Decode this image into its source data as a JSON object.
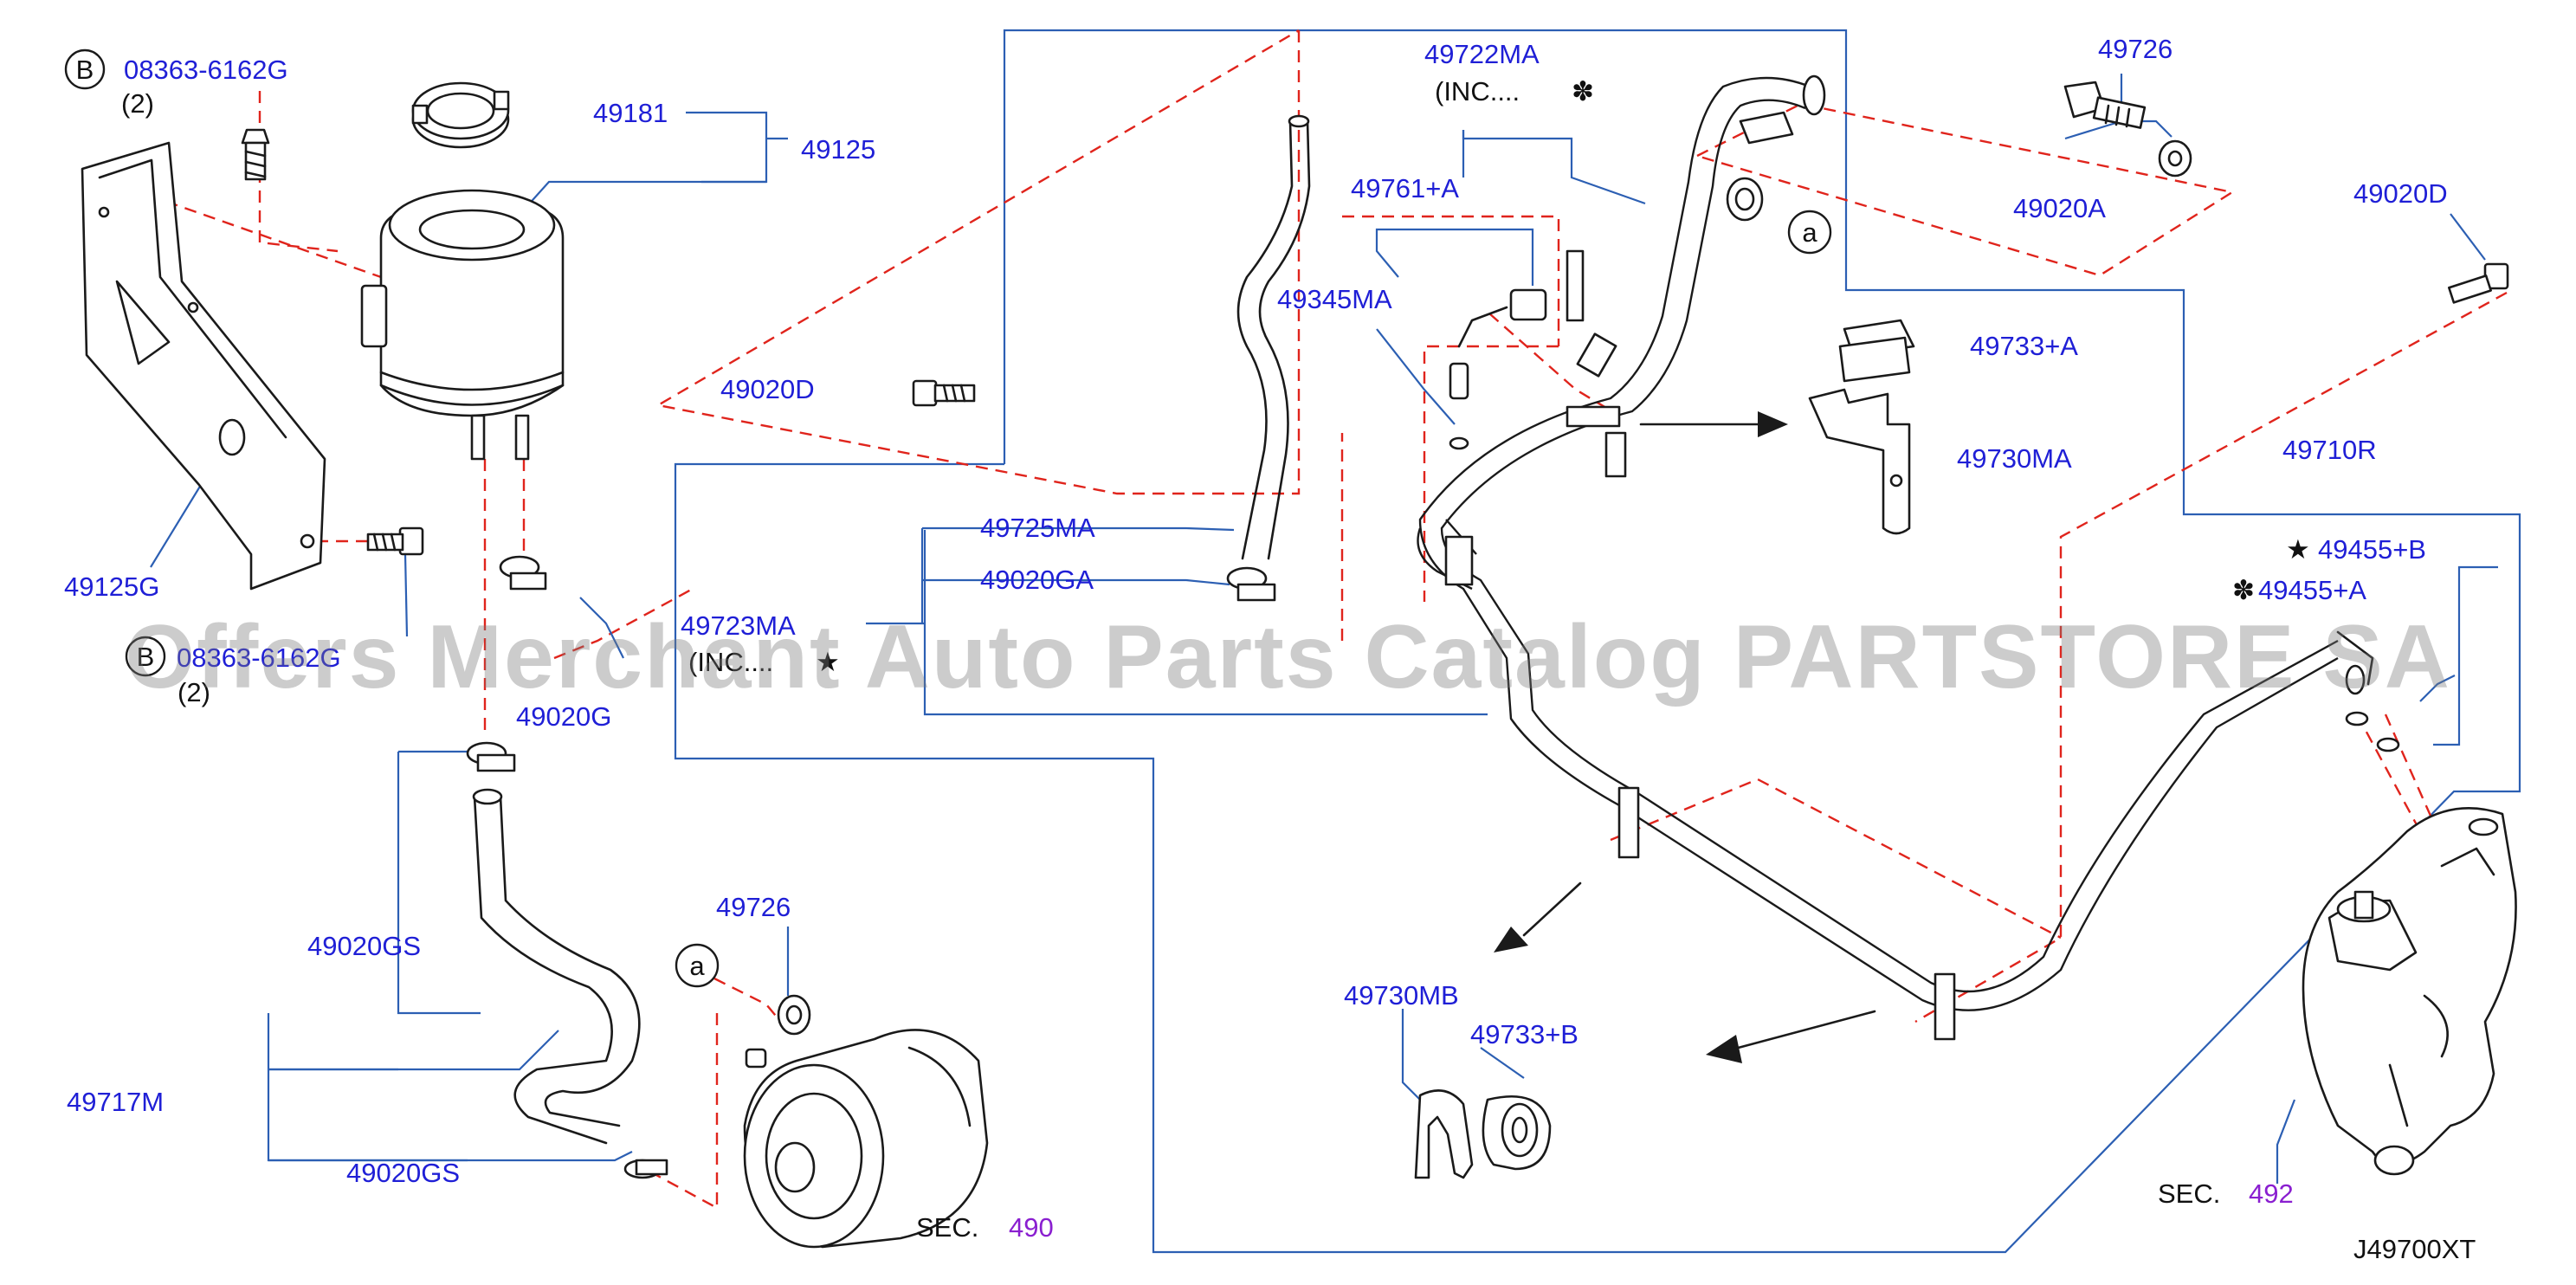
{
  "diagram": {
    "code": "J49700XT",
    "watermark": "Offers Merchant Auto Parts Catalog PARTSTORE SA",
    "colors": {
      "part_number": "#1f1fd6",
      "section_ref": "#8a1fd0",
      "leader": "#2c5fb3",
      "dash": "#e0241c",
      "line": "#1a1a1a"
    },
    "labels": {
      "bolt_b_top": "08363-6162G",
      "bolt_b_top_qty": "(2)",
      "bolt_b_bottom": "08363-6162G",
      "bolt_b_bottom_qty": "(2)",
      "callout_b": "B",
      "callout_a": "a",
      "p49181": "49181",
      "p49125": "49125",
      "p49125G": "49125G",
      "p49020D_left": "49020D",
      "p49020G": "49020G",
      "p49722MA": "49722MA",
      "inc_upper": "(INC....",
      "p49761A": "49761+A",
      "p49345MA": "49345MA",
      "p49725MA": "49725MA",
      "p49020GA": "49020GA",
      "p49723MA": "49723MA",
      "inc_lower": "(INC....",
      "p49726_top": "49726",
      "p49020A": "49020A",
      "p49020D_right": "49020D",
      "p49733A": "49733+A",
      "p49730MA": "49730MA",
      "p49710R": "49710R",
      "p49455B": "49455+B",
      "p49455A": "49455+A",
      "p49020GS_top": "49020GS",
      "p49717M": "49717M",
      "p49020GS_bottom": "49020GS",
      "p49726_bottom": "49726",
      "p49730MB": "49730MB",
      "p49733B": "49733+B",
      "sec_label": "SEC.",
      "sec_490": "490",
      "sec_492": "492"
    },
    "symbols": {
      "star": "★",
      "flower": "✽"
    }
  }
}
